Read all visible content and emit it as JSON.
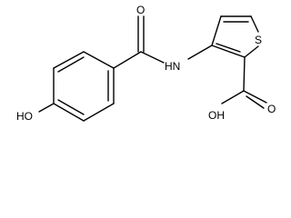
{
  "molecule": {
    "atoms": {
      "o_carbonyl_amide": "O",
      "nh": "HN",
      "s_ring": "S",
      "ho_phenol": "HO",
      "oh_acid": "OH",
      "o_carbonyl_acid": "O"
    }
  }
}
